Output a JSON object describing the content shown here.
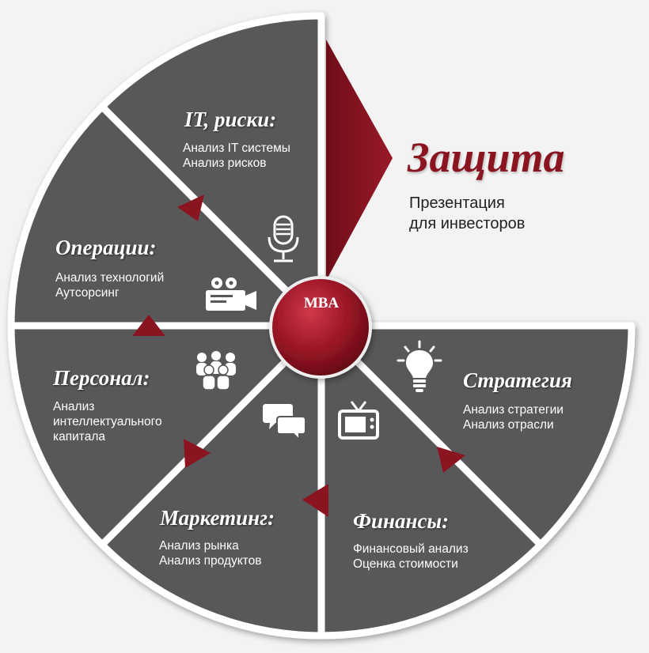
{
  "brand": {
    "title": "Защита",
    "subtitle_lines": [
      "Презентация",
      "для инвесторов"
    ]
  },
  "center_label": "MBA",
  "segments": [
    {
      "title": "IT, риски:",
      "lines": [
        "Анализ IT системы",
        "Анализ рисков"
      ],
      "icon": "microphone-icon"
    },
    {
      "title": "Операции:",
      "lines": [
        "Анализ технологий",
        "Аутсорсинг"
      ],
      "icon": "video-camera-icon"
    },
    {
      "title": "Персонал:",
      "lines": [
        "Анализ",
        "интеллектуального",
        "капитала"
      ],
      "icon": "people-group-icon"
    },
    {
      "title": "Маркетинг:",
      "lines": [
        "Анализ рынка",
        "Анализ продуктов"
      ],
      "icon": "speech-bubbles-icon"
    },
    {
      "title": "Финансы:",
      "lines": [
        "Финансовый анализ",
        "Оценка стоимости"
      ],
      "icon": "tv-icon"
    },
    {
      "title": "Стратегия",
      "lines": [
        "Анализ стратегии",
        "Анализ отрасли"
      ],
      "icon": "lightbulb-icon"
    }
  ],
  "colors": {
    "segment": "#58585a",
    "segment_border": "#ffffff",
    "accent": "#8b1421",
    "background": "#f3f3f3"
  }
}
